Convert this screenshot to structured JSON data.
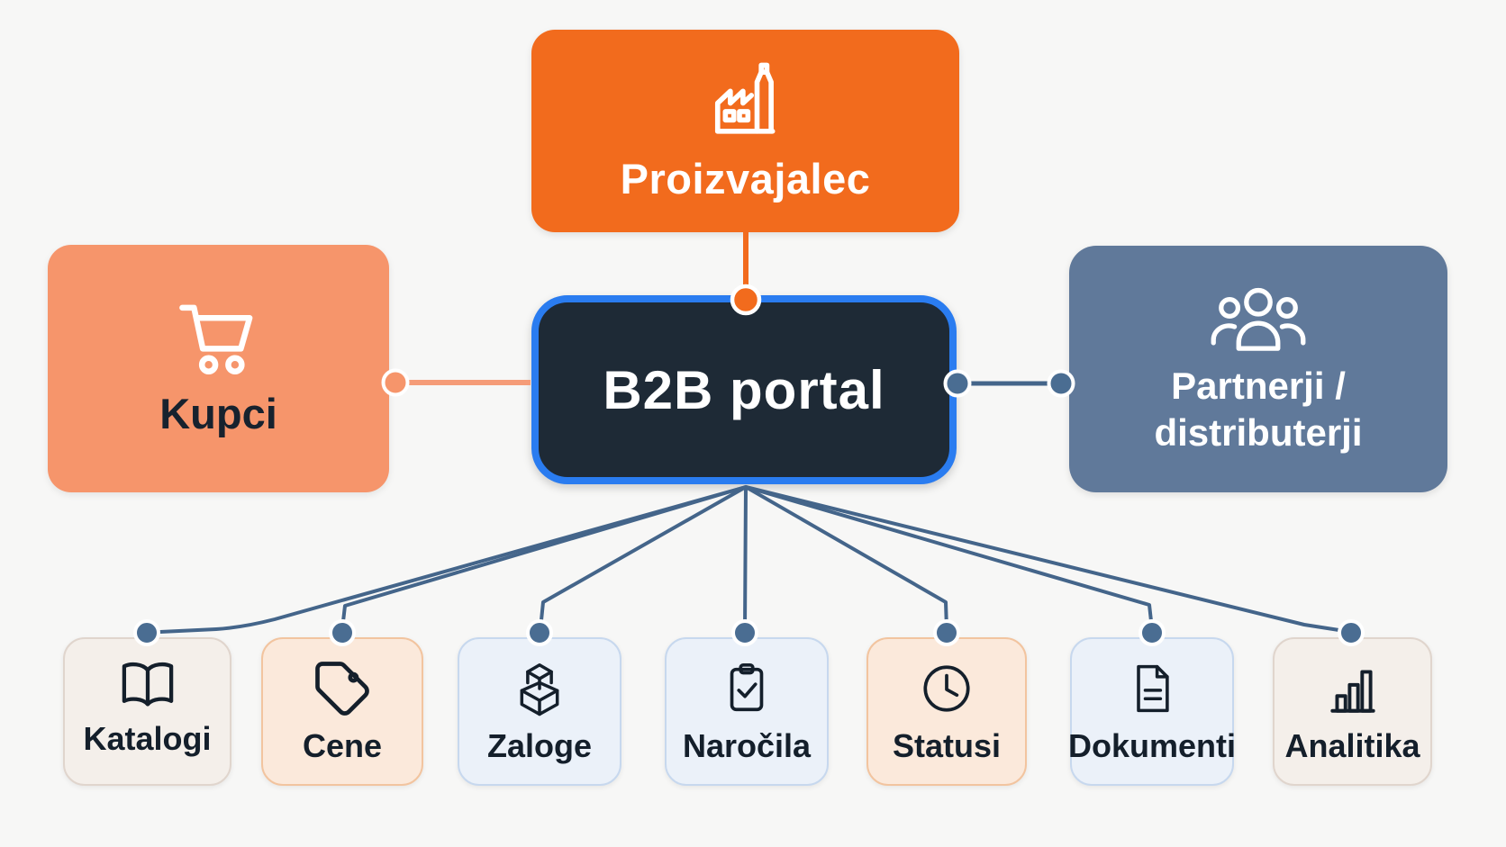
{
  "diagram": {
    "title_node": {
      "label": "B2B portal"
    },
    "top_node": {
      "label": "Proizvajalec",
      "icon": "factory-icon"
    },
    "left_node": {
      "label": "Kupci",
      "icon": "cart-icon"
    },
    "right_node": {
      "label_line1": "Partnerji /",
      "label_line2": "distributerji",
      "icon": "people-icon"
    },
    "features": [
      {
        "label": "Katalogi",
        "icon": "book-icon",
        "style": "warm"
      },
      {
        "label": "Cene",
        "icon": "tag-icon",
        "style": "peach"
      },
      {
        "label": "Zaloge",
        "icon": "cubes-icon",
        "style": "blue"
      },
      {
        "label": "Naročila",
        "icon": "clipboard-check-icon",
        "style": "blue"
      },
      {
        "label": "Statusi",
        "icon": "clock-icon",
        "style": "peach"
      },
      {
        "label": "Dokumenti",
        "icon": "document-icon",
        "style": "blue"
      },
      {
        "label": "Analitika",
        "icon": "bar-chart-icon",
        "style": "warm"
      }
    ],
    "colors": {
      "orange": "#f26b1d",
      "salmon": "#f6956b",
      "dark_navy": "#1e2a36",
      "blue_border": "#2a7cf0",
      "slate_box": "#60799a",
      "slate_line": "#44658a",
      "slate_dot": "#4a6d92",
      "warm_box": "#f4efea",
      "peach_box": "#fbe9db",
      "light_blue_box": "#ebf1f9",
      "background": "#f7f7f6",
      "dark_text": "#141f2b"
    }
  }
}
